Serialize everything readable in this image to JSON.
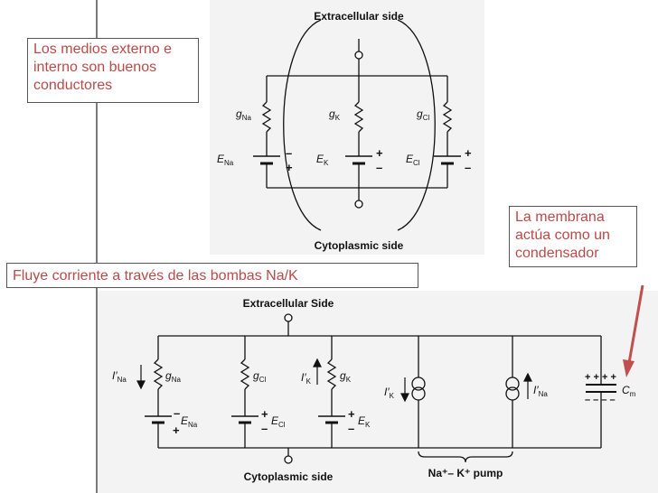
{
  "callouts": {
    "conductors": "Los medios externo e interno son buenos conductores",
    "current": "Fluye corriente a través de las bombas Na/K",
    "capacitor": "La membrana actúa como un condensador"
  },
  "top_circuit": {
    "extracellular_label": "Extracellular side",
    "cytoplasmic_label": "Cytoplasmic side",
    "branches": [
      {
        "g": "g",
        "g_sub": "Na",
        "e": "E",
        "e_sub": "Na"
      },
      {
        "g": "g",
        "g_sub": "K",
        "e": "E",
        "e_sub": "K"
      },
      {
        "g": "g",
        "g_sub": "Cl",
        "e": "E",
        "e_sub": "Cl"
      }
    ]
  },
  "bottom_circuit": {
    "extracellular_label": "Extracellular Side",
    "cytoplasmic_label": "Cytoplasmic side",
    "branches": [
      {
        "i": "I′",
        "i_sub": "Na",
        "g": "g",
        "g_sub": "Na",
        "e": "E",
        "e_sub": "Na"
      },
      {
        "g": "g",
        "g_sub": "Cl",
        "e": "E",
        "e_sub": "Cl"
      },
      {
        "i": "I′",
        "i_sub": "K",
        "g": "g",
        "g_sub": "K",
        "e": "E",
        "e_sub": "K"
      }
    ],
    "pump_currents": [
      {
        "i": "I′",
        "i_sub": "K"
      },
      {
        "i": "I′",
        "i_sub": "Na"
      }
    ],
    "pump_label": "Na⁺– K⁺ pump",
    "capacitor": {
      "c": "C",
      "c_sub": "m",
      "charge": "+ + + +"
    }
  },
  "colors": {
    "callout_text": "#b94a48",
    "arrow": "#c0504d",
    "wire": "#111111"
  }
}
